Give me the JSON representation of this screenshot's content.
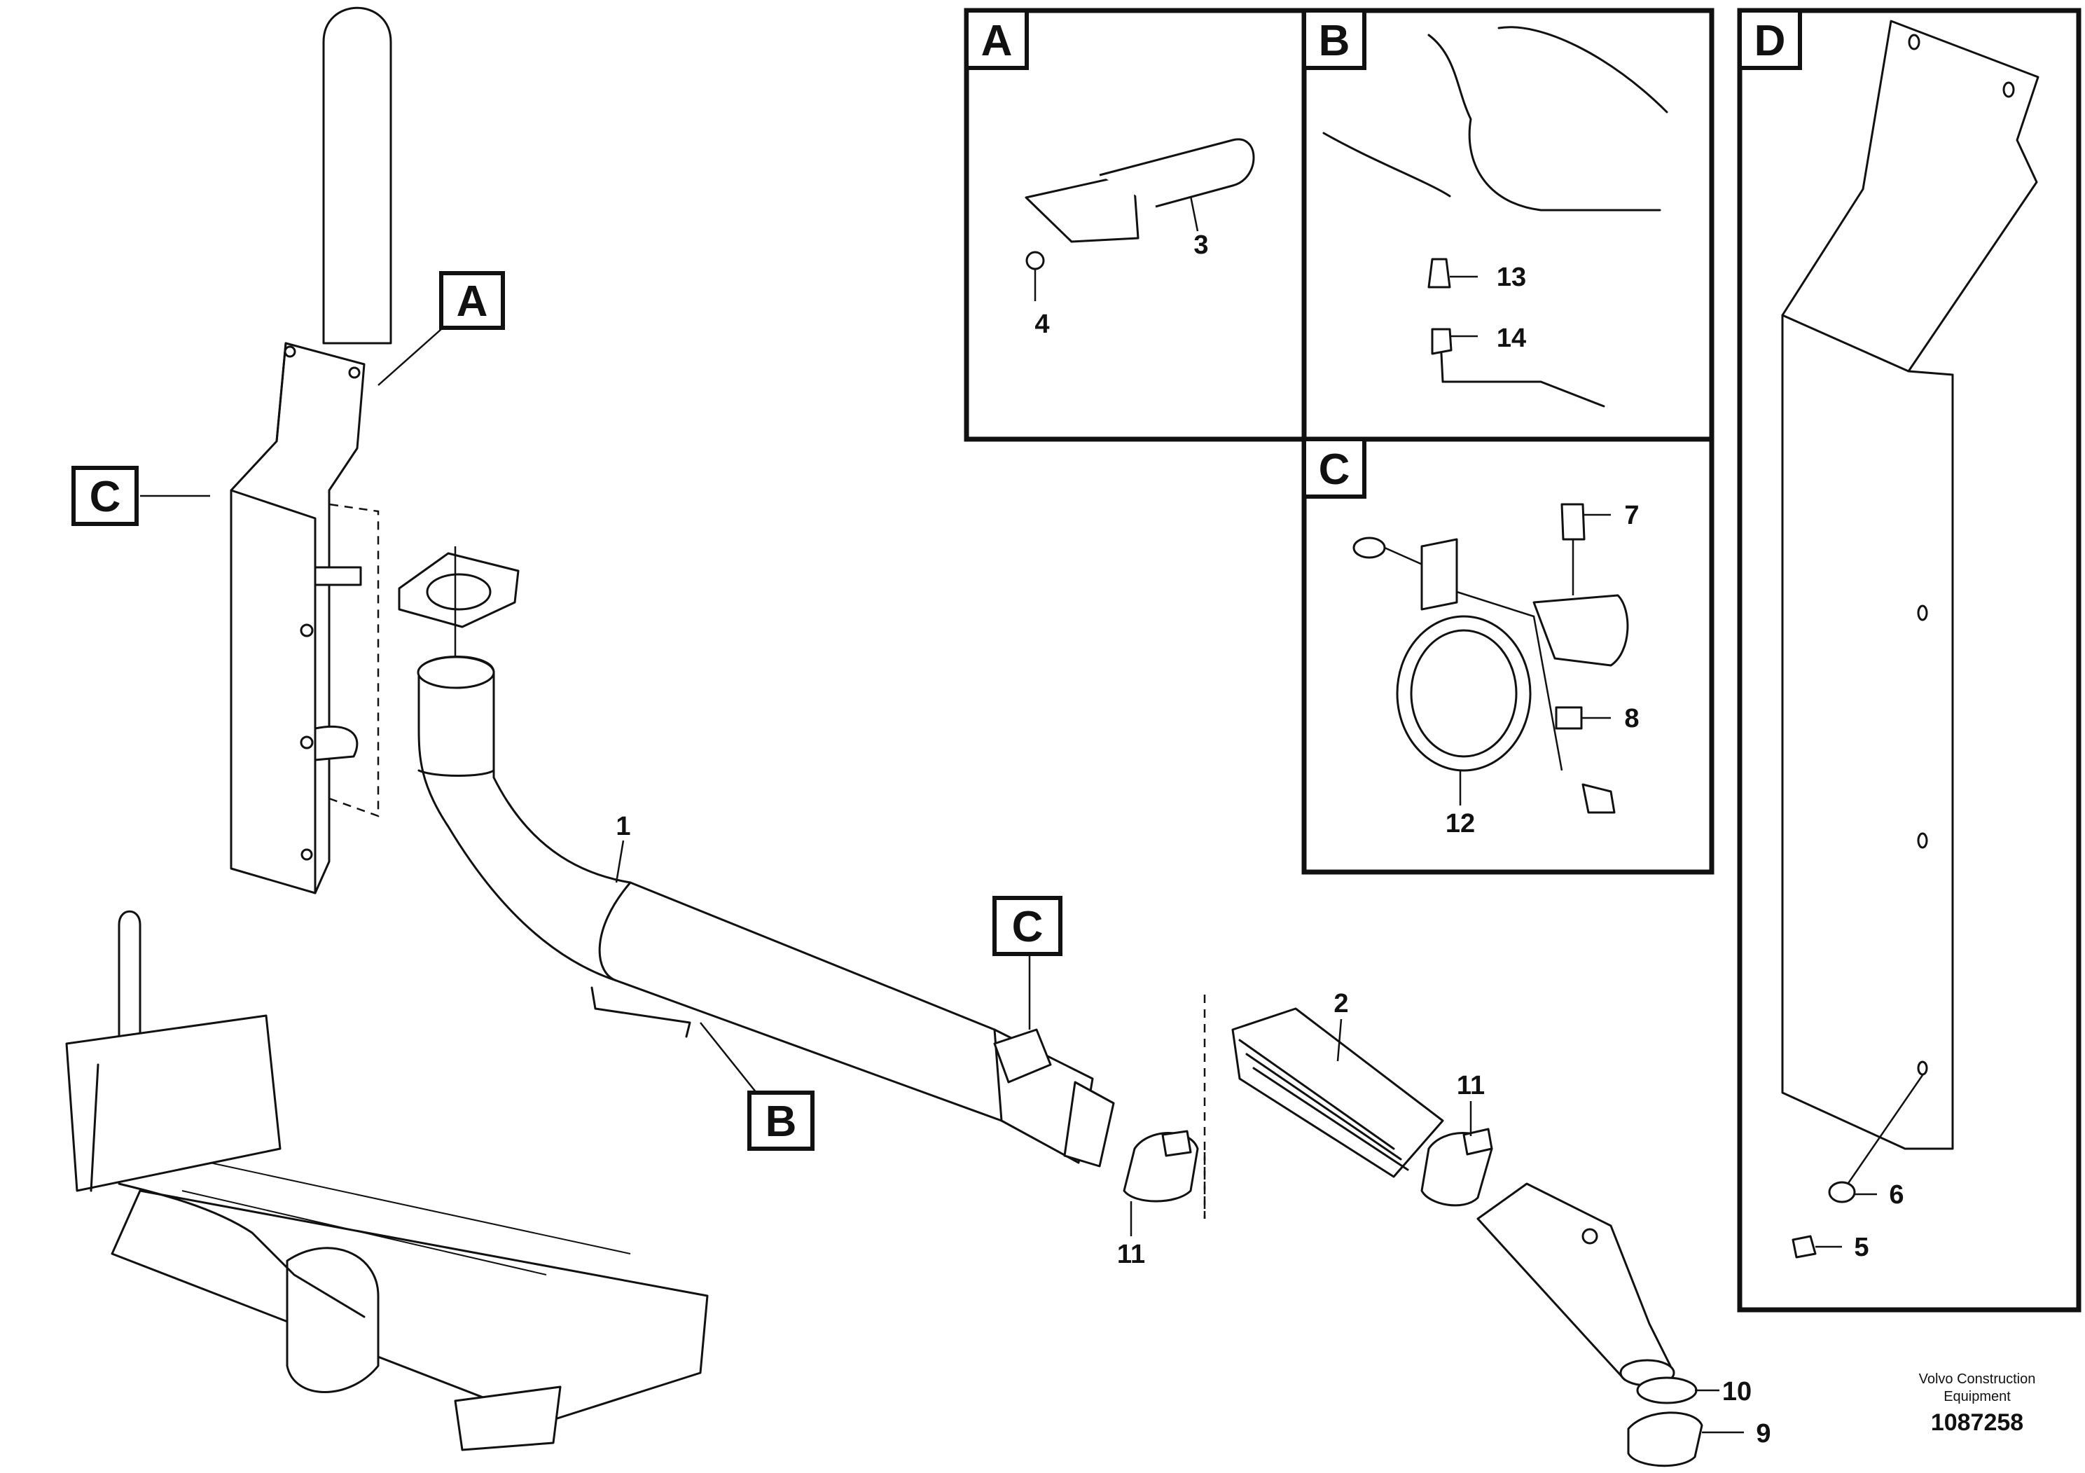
{
  "figure": {
    "view_labels": {
      "a": "A",
      "b": "B",
      "c": "C",
      "d": "D"
    },
    "part_numbers": {
      "p1": "1",
      "p2": "2",
      "p3": "3",
      "p4": "4",
      "p5": "5",
      "p6": "6",
      "p7": "7",
      "p8": "8",
      "p9": "9",
      "p10": "10",
      "p11": "11",
      "p12": "12",
      "p13": "13",
      "p14": "14"
    },
    "manufacturer": {
      "line1": "Volvo Construction",
      "line2": "Equipment"
    },
    "reference_number": "1087258"
  }
}
